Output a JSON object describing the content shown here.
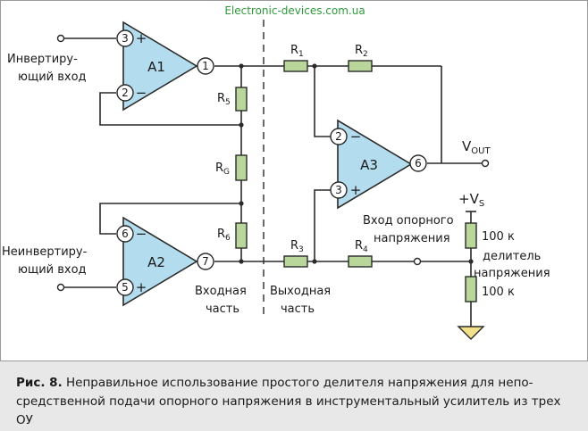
{
  "watermark": "Electronic-devices.com.ua",
  "labels": {
    "inv_input_l1": "Инвертиру-",
    "inv_input_l2": "ющий вход",
    "noninv_input_l1": "Неинвертиру-",
    "noninv_input_l2": "ющий вход",
    "input_part_l1": "Входная",
    "input_part_l2": "часть",
    "output_part_l1": "Выходная",
    "output_part_l2": "часть",
    "ref_input_l1": "Вход опорного",
    "ref_input_l2": "напряжения",
    "divider_l1": "делитель",
    "divider_l2": "напряжения",
    "vout_main": "V",
    "vout_sub": "OUT",
    "vs_main": "+V",
    "vs_sub": "S",
    "r_top": "100 к",
    "r_bottom": "100 к"
  },
  "amplifiers": {
    "a1": "A1",
    "a2": "A2",
    "a3": "A3",
    "plus": "+",
    "minus": "−"
  },
  "pins": {
    "p1": "1",
    "p2": "2",
    "p3": "3",
    "p5": "5",
    "p6": "6",
    "p7": "7",
    "a3_p2": "2",
    "a3_p3": "3",
    "a3_p6": "6"
  },
  "resistors": {
    "r1": "R",
    "r1_sub": "1",
    "r2": "R",
    "r2_sub": "2",
    "r3": "R",
    "r3_sub": "3",
    "r4": "R",
    "r4_sub": "4",
    "r5": "R",
    "r5_sub": "5",
    "r6": "R",
    "r6_sub": "6",
    "rg": "R",
    "rg_sub": "G"
  },
  "caption": {
    "label": "Рис. 8.",
    "text": " Неправильное использование простого делителя напряжения для непо-средственной подачи опорного напряжения в инструментальный усилитель из трех ОУ"
  },
  "colors": {
    "resistor_fill": "#b9d79b",
    "amplifier_fill": "#b3dcef",
    "ground_fill": "#f3e08a",
    "watermark": "#2e9a3a",
    "caption_bg": "#e8e8e8"
  }
}
